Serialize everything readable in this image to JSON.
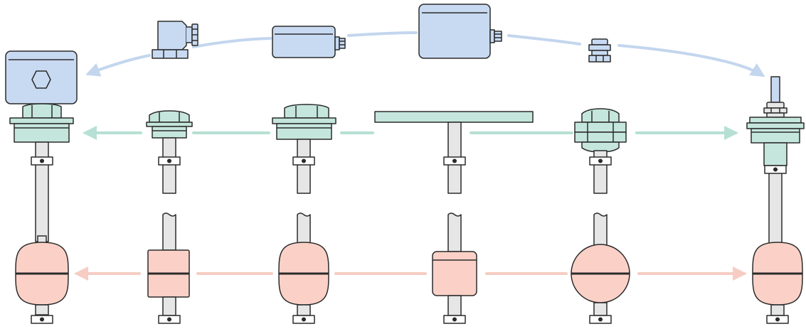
{
  "colors": {
    "outline": "#2b2b2b",
    "housing_blue": "#c8daf2",
    "fitting_green": "#c5e6dc",
    "float_red": "#fbd1c7",
    "stem_gray": "#e6e6e6",
    "arrow_blue": "#c3d6ee",
    "arrow_green": "#b6e0d4",
    "arrow_red": "#f6cdc3"
  },
  "diagram": {
    "rows": [
      {
        "name": "housings",
        "color": "arrow_blue",
        "items": [
          "terminal-housing",
          "valve-connector",
          "small-junction-box",
          "large-junction-box",
          "cable-gland",
          "cable-outlet"
        ]
      },
      {
        "name": "process-connections",
        "color": "arrow_green",
        "items": [
          "threaded-hex",
          "small-hex-thread",
          "hex-thread",
          "flange-plate",
          "compression-fitting",
          "thread-with-gland"
        ]
      },
      {
        "name": "floats",
        "color": "arrow_red",
        "items": [
          "ellipsoid-float",
          "cylinder-float",
          "ellipsoid-float",
          "square-float",
          "sphere-float",
          "ellipsoid-float"
        ]
      }
    ]
  }
}
